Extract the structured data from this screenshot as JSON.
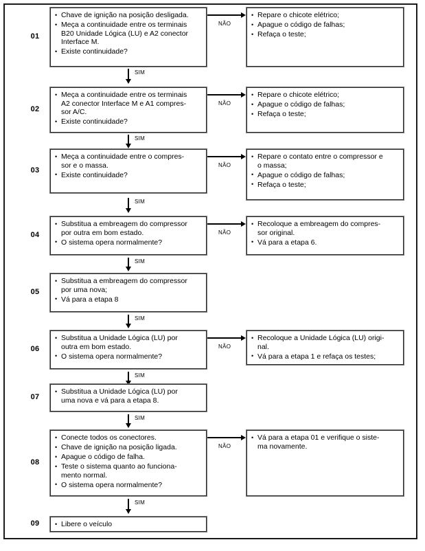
{
  "diagram": {
    "title_visible": false,
    "yes_label": "SIM",
    "no_label": "NÃO",
    "frame_color": "#1a1a1a",
    "box_border_color": "#2b2b2b",
    "steps": [
      {
        "number": "01",
        "main_items": [
          "Chave de ignição na posição desligada.",
          "Meça a continuidade entre os terminais\nB20 Unidade Lógica (LU) e A2 conector\nInterface M.",
          "Existe continuidade?"
        ],
        "branch_items": [
          "Repare o chicote elétrico;",
          "Apague o código de falhas;",
          "Refaça o teste;"
        ],
        "has_branch": true,
        "has_yes_arrow": true
      },
      {
        "number": "02",
        "main_items": [
          "Meça a continuidade entre os terminais\nA2 conector Interface M e A1 compres-\nsor A/C.",
          "Existe continuidade?"
        ],
        "branch_items": [
          "Repare o chicote elétrico;",
          "Apague o código de falhas;",
          "Refaça o teste;"
        ],
        "has_branch": true,
        "has_yes_arrow": true
      },
      {
        "number": "03",
        "main_items": [
          "Meça a continuidade entre o compres-\nsor e o massa.",
          "Existe continuidade?"
        ],
        "branch_items": [
          "Repare o contato entre o compressor e\no massa;",
          "Apague o código de falhas;",
          "Refaça o teste;"
        ],
        "has_branch": true,
        "has_yes_arrow": true
      },
      {
        "number": "04",
        "main_items": [
          "Substitua a embreagem do compressor\npor outra em bom estado.",
          "O sistema opera normalmente?"
        ],
        "branch_items": [
          "Recoloque a embreagem do compres-\nsor original.",
          "Vá para a etapa 6."
        ],
        "has_branch": true,
        "has_yes_arrow": true
      },
      {
        "number": "05",
        "main_items": [
          "Substitua a embreagem do compressor\npor uma nova;",
          "Vá para a etapa 8"
        ],
        "branch_items": [],
        "has_branch": false,
        "has_yes_arrow": true
      },
      {
        "number": "06",
        "main_items": [
          "Substitua a Unidade Lógica (LU) por\noutra em bom estado.",
          "O sistema opera normalmente?"
        ],
        "branch_items": [
          "Recoloque a Unidade Lógica (LU) origi-\nnal.",
          "Vá para a etapa 1 e refaça os testes;"
        ],
        "has_branch": true,
        "has_yes_arrow": true
      },
      {
        "number": "07",
        "main_items": [
          "Substitua a Unidade Lógica (LU) por\numa nova e vá para a etapa 8."
        ],
        "branch_items": [],
        "has_branch": false,
        "has_yes_arrow": true
      },
      {
        "number": "08",
        "main_items": [
          "Conecte todos os conectores.",
          "Chave de ignição na posição ligada.",
          "Apague o código de falha.",
          "Teste o sistema quanto ao funciona-\nmento normal.",
          "O sistema opera normalmente?"
        ],
        "branch_items": [
          "Vá para a etapa 01 e verifique o siste-\nma novamente."
        ],
        "has_branch": true,
        "has_yes_arrow": true
      },
      {
        "number": "09",
        "main_items": [
          "Libere o veículo"
        ],
        "branch_items": [],
        "has_branch": false,
        "has_yes_arrow": false
      }
    ]
  }
}
